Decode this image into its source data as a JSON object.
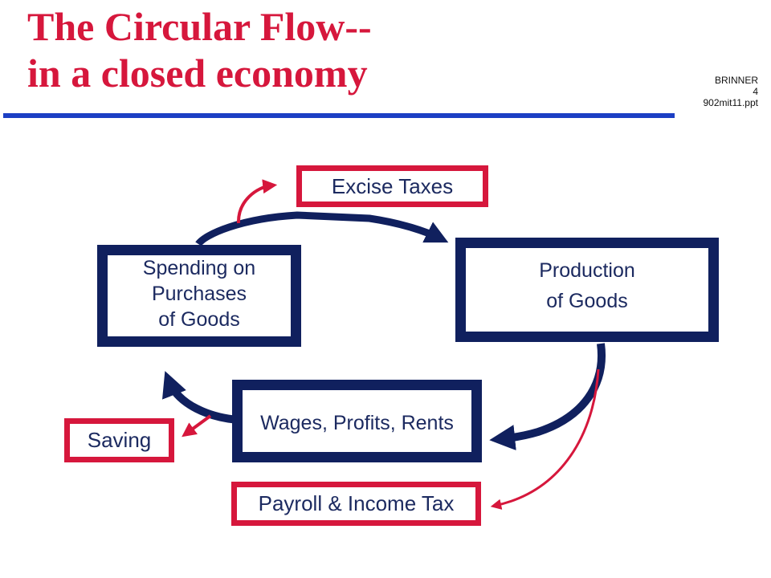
{
  "slide": {
    "title_line1": "The Circular Flow--",
    "title_line2": "in a closed economy",
    "meta": [
      "BRINNER",
      "4",
      "902mit11.ppt"
    ]
  },
  "diagram": {
    "spending": [
      "Spending on",
      "Purchases",
      "of Goods"
    ],
    "production": [
      "Production",
      "of Goods"
    ],
    "income": "Wages, Profits, Rents",
    "excise": "Excise Taxes",
    "saving": "Saving",
    "payroll": "Payroll & Income Tax"
  },
  "colors": {
    "title": "#d6173c",
    "navy": "#10205e",
    "leak": "#d6173c",
    "rule": "#1c3fc4"
  }
}
